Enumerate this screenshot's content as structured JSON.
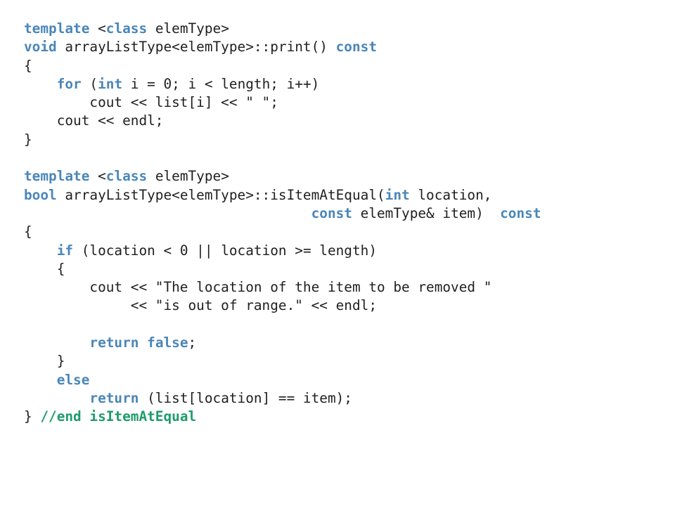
{
  "colors": {
    "keyword": "#4a86b8",
    "comment": "#1e9c6a",
    "text": "#1f1f1f",
    "background": "#ffffff"
  },
  "code": {
    "lines": [
      [
        {
          "t": "kw",
          "s": "template"
        },
        {
          "t": "tx",
          "s": " <"
        },
        {
          "t": "kw",
          "s": "class"
        },
        {
          "t": "tx",
          "s": " elemType>"
        }
      ],
      [
        {
          "t": "kw",
          "s": "void"
        },
        {
          "t": "tx",
          "s": " arrayListType<elemType>::print() "
        },
        {
          "t": "kw",
          "s": "const"
        }
      ],
      [
        {
          "t": "tx",
          "s": "{"
        }
      ],
      [
        {
          "t": "tx",
          "s": "    "
        },
        {
          "t": "kw",
          "s": "for"
        },
        {
          "t": "tx",
          "s": " ("
        },
        {
          "t": "kw",
          "s": "int"
        },
        {
          "t": "tx",
          "s": " i = 0; i < length; i++)"
        }
      ],
      [
        {
          "t": "tx",
          "s": "        cout << list[i] << \" \";"
        }
      ],
      [
        {
          "t": "tx",
          "s": "    cout << endl;"
        }
      ],
      [
        {
          "t": "tx",
          "s": "}"
        }
      ],
      [],
      [
        {
          "t": "kw",
          "s": "template"
        },
        {
          "t": "tx",
          "s": " <"
        },
        {
          "t": "kw",
          "s": "class"
        },
        {
          "t": "tx",
          "s": " elemType>"
        }
      ],
      [
        {
          "t": "kw",
          "s": "bool"
        },
        {
          "t": "tx",
          "s": " arrayListType<elemType>::isItemAtEqual("
        },
        {
          "t": "kw",
          "s": "int"
        },
        {
          "t": "tx",
          "s": " location,"
        }
      ],
      [
        {
          "t": "tx",
          "s": "                                   "
        },
        {
          "t": "kw",
          "s": "const"
        },
        {
          "t": "tx",
          "s": " elemType& item)  "
        },
        {
          "t": "kw",
          "s": "const"
        }
      ],
      [
        {
          "t": "tx",
          "s": "{"
        }
      ],
      [
        {
          "t": "tx",
          "s": "    "
        },
        {
          "t": "kw",
          "s": "if"
        },
        {
          "t": "tx",
          "s": " (location < 0 || location >= length)"
        }
      ],
      [
        {
          "t": "tx",
          "s": "    {"
        }
      ],
      [
        {
          "t": "tx",
          "s": "        cout << \"The location of the item to be removed \""
        }
      ],
      [
        {
          "t": "tx",
          "s": "             << \"is out of range.\" << endl;"
        }
      ],
      [],
      [
        {
          "t": "tx",
          "s": "        "
        },
        {
          "t": "kw",
          "s": "return"
        },
        {
          "t": "tx",
          "s": " "
        },
        {
          "t": "kw",
          "s": "false"
        },
        {
          "t": "tx",
          "s": ";"
        }
      ],
      [
        {
          "t": "tx",
          "s": "    }"
        }
      ],
      [
        {
          "t": "tx",
          "s": "    "
        },
        {
          "t": "kw",
          "s": "else"
        }
      ],
      [
        {
          "t": "tx",
          "s": "        "
        },
        {
          "t": "kw",
          "s": "return"
        },
        {
          "t": "tx",
          "s": " (list[location] == item);"
        }
      ],
      [
        {
          "t": "tx",
          "s": "} "
        },
        {
          "t": "cm",
          "s": "//end isItemAtEqual"
        }
      ]
    ]
  }
}
